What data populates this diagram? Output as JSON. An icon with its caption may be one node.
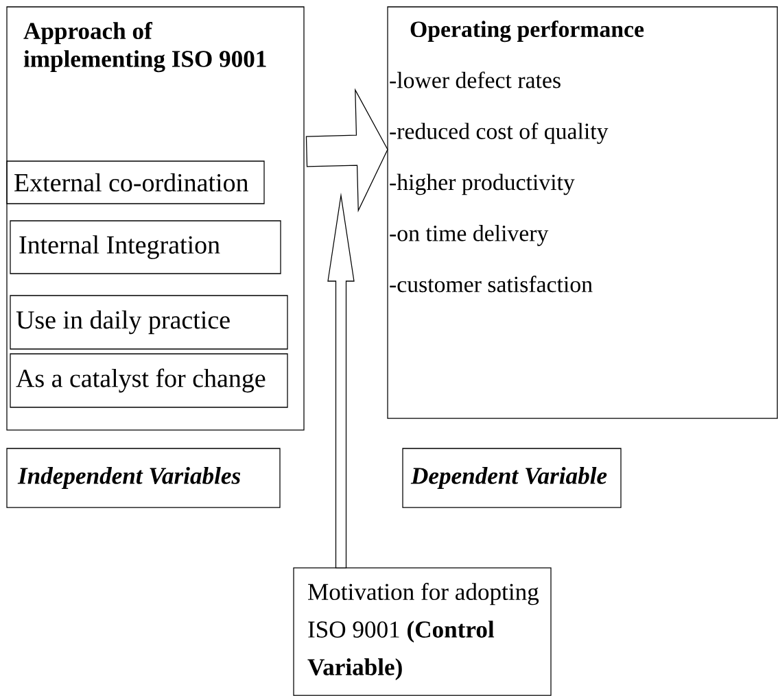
{
  "diagram": {
    "nodes": [
      {
        "text": [
          "Approach of implementing ISO 9001"
        ]
      },
      {
        "text": [
          "External co-ordination"
        ],
        "in": 0
      },
      {
        "text": [
          "Internal   Integration"
        ],
        "in": 0
      },
      {
        "text": [
          "Use in daily practice"
        ],
        "in": 0
      },
      {
        "text": [
          "As a catalyst for change"
        ],
        "in": 0
      },
      {
        "text": [
          "Operating performance",
          "-lower defect rates",
          "-reduced cost of quality",
          "-higher productivity",
          "-on time delivery",
          "-customer satisfaction"
        ]
      },
      {
        "text": [
          "Independent Variables"
        ]
      },
      {
        "text": [
          "Dependent Variable"
        ]
      },
      {
        "text": [
          "Motivation for adopting ISO 9001 **(Control Variable)**"
        ]
      }
    ],
    "edges": [
      {
        "from": 0,
        "to": 5,
        "arrow": "to"
      },
      {
        "from": 8,
        "to": null,
        "arrow": "to"
      }
    ]
  }
}
